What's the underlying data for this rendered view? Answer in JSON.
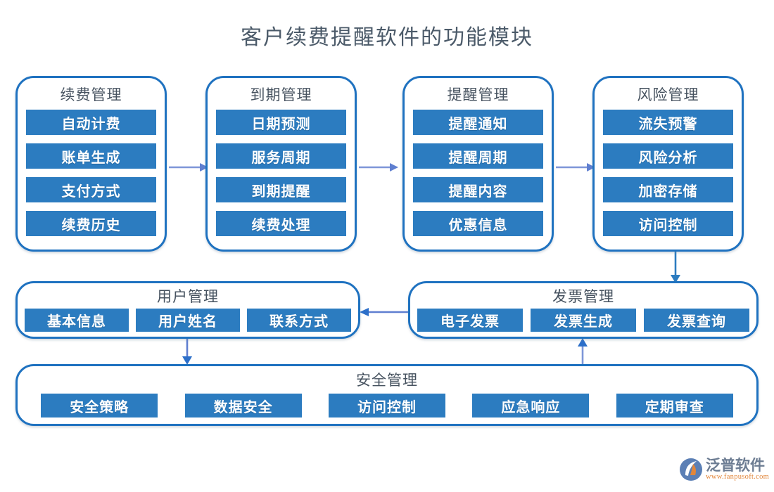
{
  "page": {
    "title": "客户续费提醒软件的功能模块",
    "background": "#ffffff",
    "accent_border": "#1f72c0",
    "chip_fill": "#2c7cc0",
    "header_text": "#46525f",
    "arrow_color": "#7e96d8",
    "arrow_color_dark": "#2c7cc0"
  },
  "modules": {
    "renewal": {
      "header": "续费管理",
      "items": [
        "自动计费",
        "账单生成",
        "支付方式",
        "续费历史"
      ]
    },
    "expiry": {
      "header": "到期管理",
      "items": [
        "日期预测",
        "服务周期",
        "到期提醒",
        "续费处理"
      ]
    },
    "remind": {
      "header": "提醒管理",
      "items": [
        "提醒通知",
        "提醒周期",
        "提醒内容",
        "优惠信息"
      ]
    },
    "risk": {
      "header": "风险管理",
      "items": [
        "流失预警",
        "风险分析",
        "加密存储",
        "访问控制"
      ]
    },
    "user": {
      "header": "用户管理",
      "items": [
        "基本信息",
        "用户姓名",
        "联系方式"
      ]
    },
    "invoice": {
      "header": "发票管理",
      "items": [
        "电子发票",
        "发票生成",
        "发票查询"
      ]
    },
    "security": {
      "header": "安全管理",
      "items": [
        "安全策略",
        "数据安全",
        "访问控制",
        "应急响应",
        "定期审查"
      ]
    }
  },
  "connectors": [
    {
      "name": "renewal-to-expiry",
      "direction": "right"
    },
    {
      "name": "expiry-to-remind",
      "direction": "right"
    },
    {
      "name": "remind-to-risk",
      "direction": "right"
    },
    {
      "name": "risk-to-invoice",
      "direction": "down"
    },
    {
      "name": "invoice-to-user",
      "direction": "left"
    },
    {
      "name": "user-to-security",
      "direction": "down"
    },
    {
      "name": "security-to-invoice",
      "direction": "up"
    }
  ],
  "brand": {
    "name": "泛普软件",
    "url": "www.fanpusoft.com",
    "mark_color": "#5b7fb5",
    "accent_color": "#e2863a"
  }
}
